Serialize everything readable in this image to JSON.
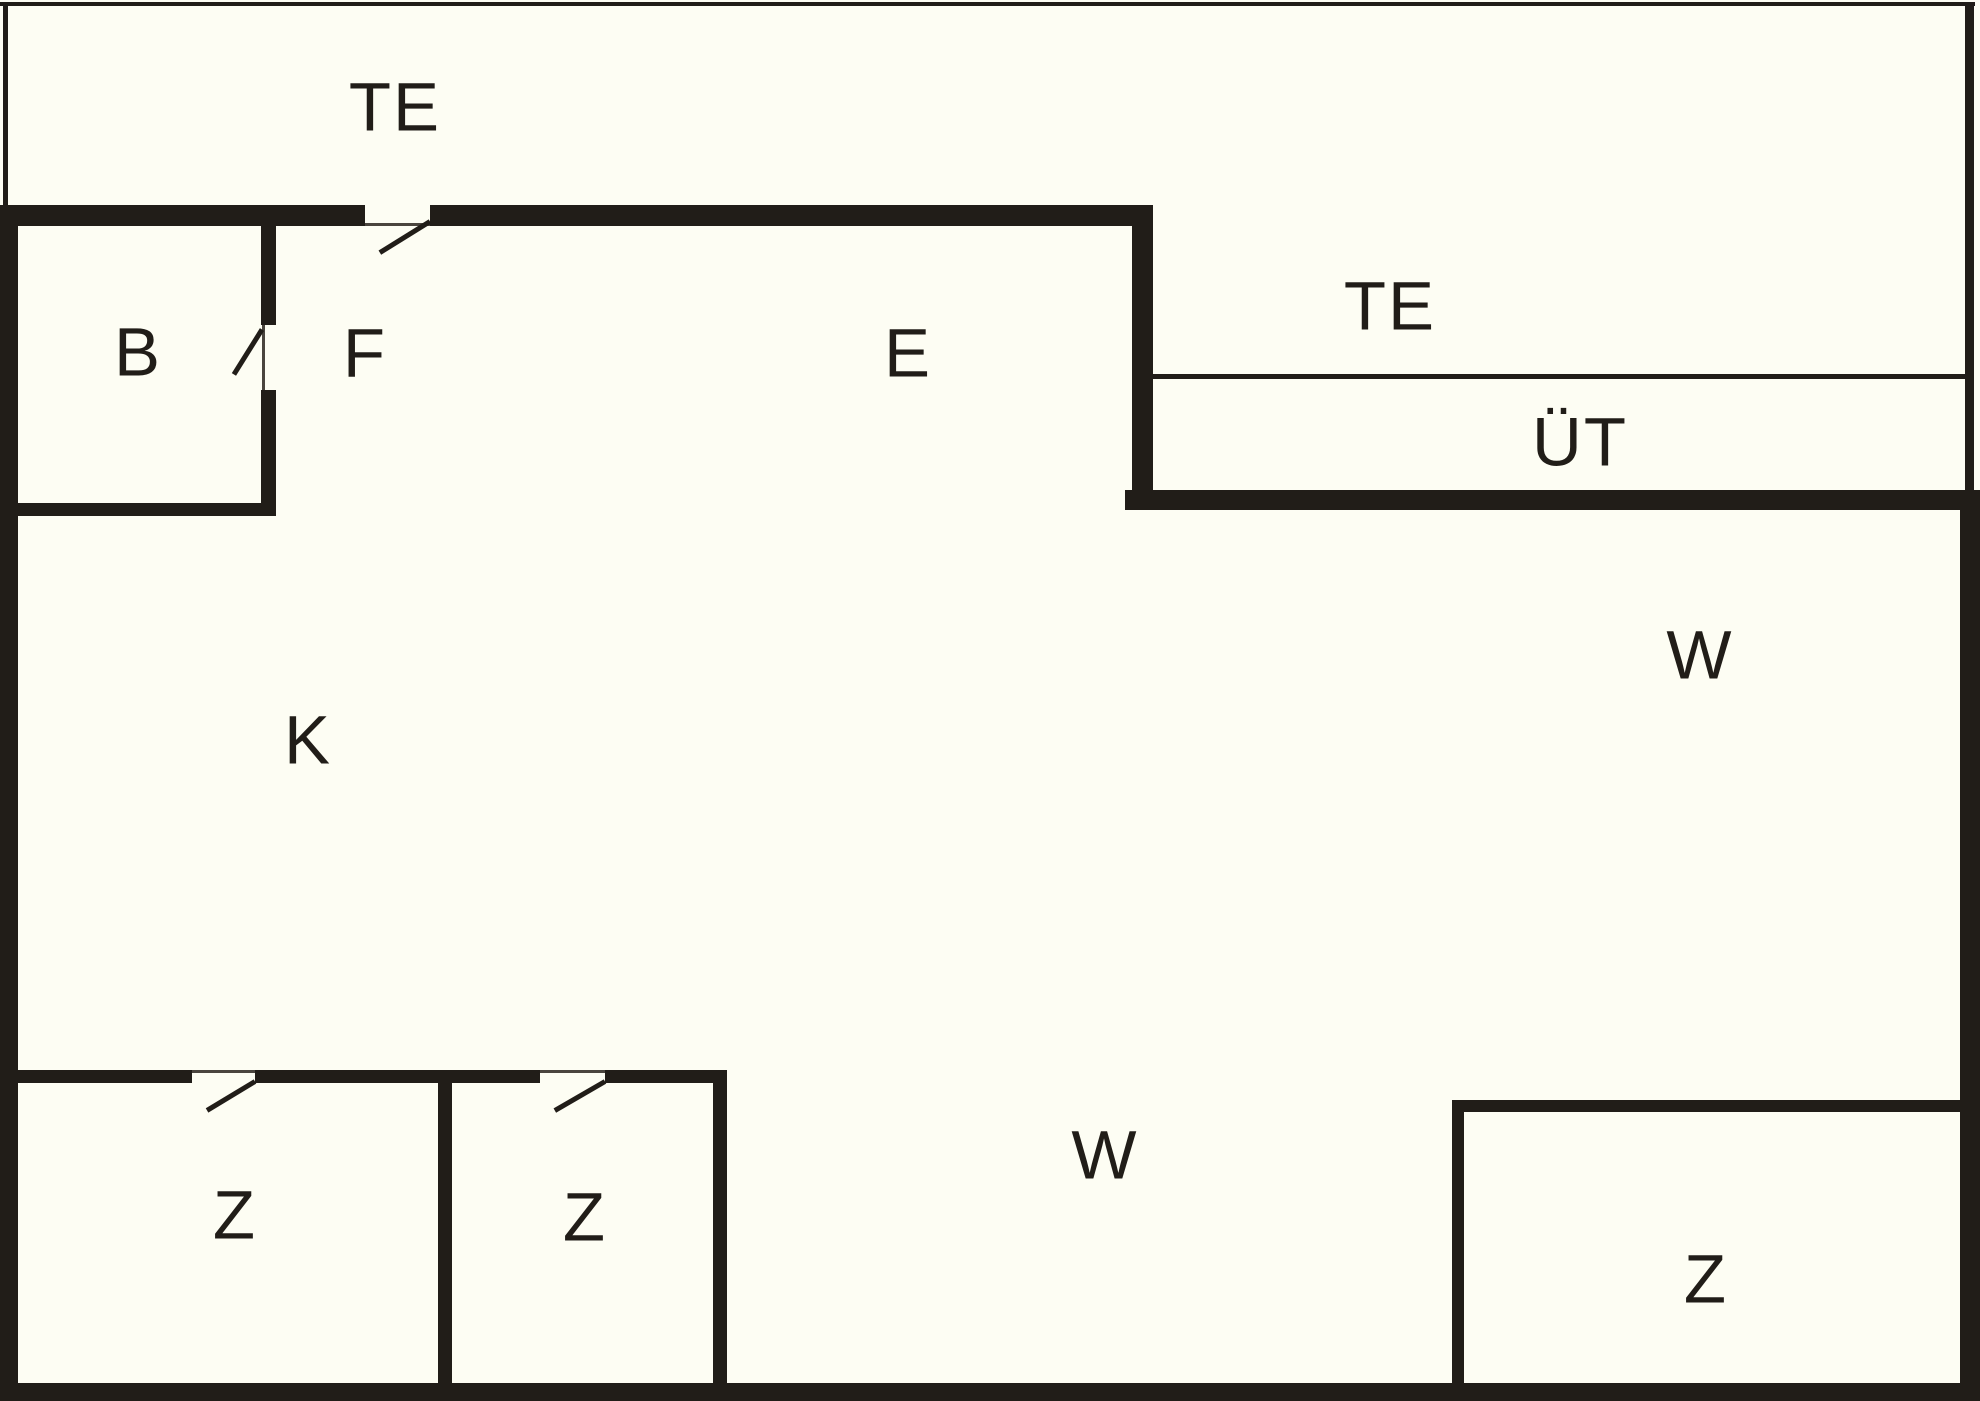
{
  "drawing": {
    "type": "architectural-floor-plan",
    "colors": {
      "background": "#fdfdf3",
      "wall": "#211d18",
      "text": "#211d18",
      "thin_line": "#4a453e"
    },
    "rooms": {
      "te_top": {
        "label": "TE"
      },
      "te_right": {
        "label": "TE"
      },
      "ut": {
        "label": "ÜT"
      },
      "b": {
        "label": "B"
      },
      "f": {
        "label": "F"
      },
      "e": {
        "label": "E"
      },
      "w_upper": {
        "label": "W"
      },
      "k": {
        "label": "K"
      },
      "w_lower": {
        "label": "W"
      },
      "z_left": {
        "label": "Z"
      },
      "z_mid": {
        "label": "Z"
      },
      "z_right": {
        "label": "Z"
      }
    }
  }
}
